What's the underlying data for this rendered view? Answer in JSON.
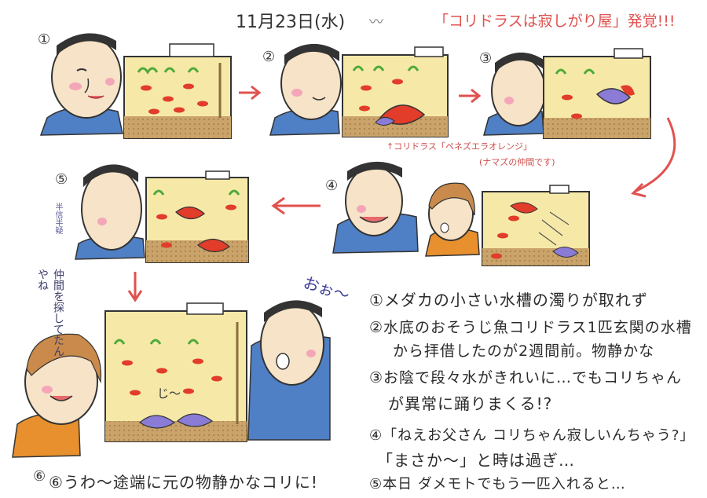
{
  "header": {
    "date": "11月23日(水)",
    "title": "「コリドラスは寂しがり屋」発覚!!!"
  },
  "panels": {
    "p1": "①",
    "p2": "②",
    "p3": "③",
    "p4": "④",
    "p5": "⑤",
    "p6": "⑥"
  },
  "captions": {
    "fish_name": "↑コリドラス「ペネズエラオレンジ」",
    "fish_note": "(ナマズの仲間です)",
    "panel5_side": "半信半疑",
    "panel6_side": "仲間を探してたんやね",
    "surprise": "おぉ～",
    "fish_sound": "じ～"
  },
  "notes": [
    "①メダカの小さい水槽の濁りが取れず",
    "②水底のおそうじ魚コリドラス1匹玄関の水槽",
    "から拝借したのが2週間前。物静かな",
    "③お陰で段々水がきれいに…でもコリちゃん",
    "が異常に踊りまくる!?",
    "④「ねえお父さん コリちゃん寂しいんちゃう?」",
    "「まさか～」と時は過ぎ…",
    "⑤本日 ダメモトでもう一匹入れると…",
    "⑥うわ～途端に元の物静かなコリに!"
  ],
  "colors": {
    "red": "#e0524f",
    "sand": "#c9a36a",
    "water": "#f6e9a8",
    "shirt": "#4f7fc4",
    "plant": "#4faa3a",
    "fish": "#e23c2a",
    "skin": "#f7e3c8",
    "blush": "#f4a6b8"
  }
}
